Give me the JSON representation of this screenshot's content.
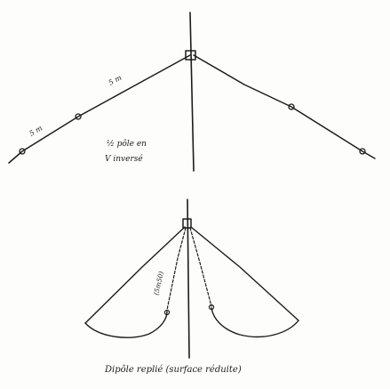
{
  "top_sketch": {
    "label_line1": "½ pôle en",
    "label_line2": "V inversé",
    "segment_label_upper": "5 m",
    "segment_label_lower": "5 m"
  },
  "bottom_sketch": {
    "caption": "Dipôle replié (surface réduite)",
    "wire_label": "(5m50)"
  },
  "colors": {
    "ink": "#1c1c1c",
    "paper": "#fdfdfb"
  }
}
